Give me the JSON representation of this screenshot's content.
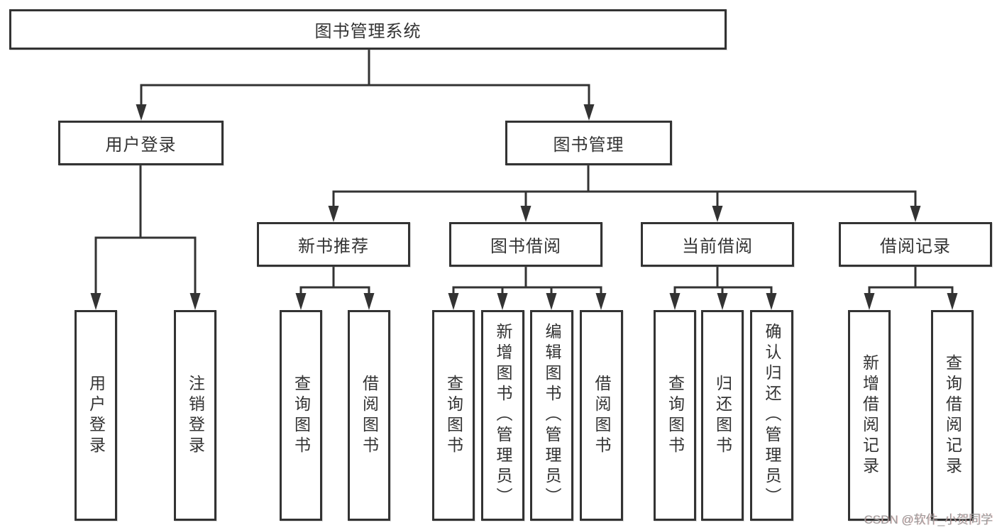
{
  "colors": {
    "line_color": "#333333",
    "text_color": "#333333",
    "box_bg": "#ffffff",
    "page_bg": "#ffffff",
    "watermark_color": "#9b9b9b"
  },
  "watermark": {
    "text": "CSDN @软件_小贺同学"
  },
  "tree": {
    "root": {
      "label": "图书管理系统",
      "children": [
        {
          "label": "用户登录",
          "children": [
            {
              "label": "用户登录"
            },
            {
              "label": "注销登录"
            }
          ]
        },
        {
          "label": "图书管理",
          "children": [
            {
              "label": "新书推荐",
              "children": [
                {
                  "label": "查询图书"
                },
                {
                  "label": "借阅图书"
                }
              ]
            },
            {
              "label": "图书借阅",
              "children": [
                {
                  "label": "查询图书"
                },
                {
                  "label": "新增图书（管理员）"
                },
                {
                  "label": "编辑图书（管理员）"
                },
                {
                  "label": "借阅图书"
                }
              ]
            },
            {
              "label": "当前借阅",
              "children": [
                {
                  "label": "查询图书"
                },
                {
                  "label": "归还图书"
                },
                {
                  "label": "确认归还（管理员）"
                }
              ]
            },
            {
              "label": "借阅记录",
              "children": [
                {
                  "label": "新增借阅记录"
                },
                {
                  "label": "查询借阅记录"
                }
              ]
            }
          ]
        }
      ]
    }
  }
}
